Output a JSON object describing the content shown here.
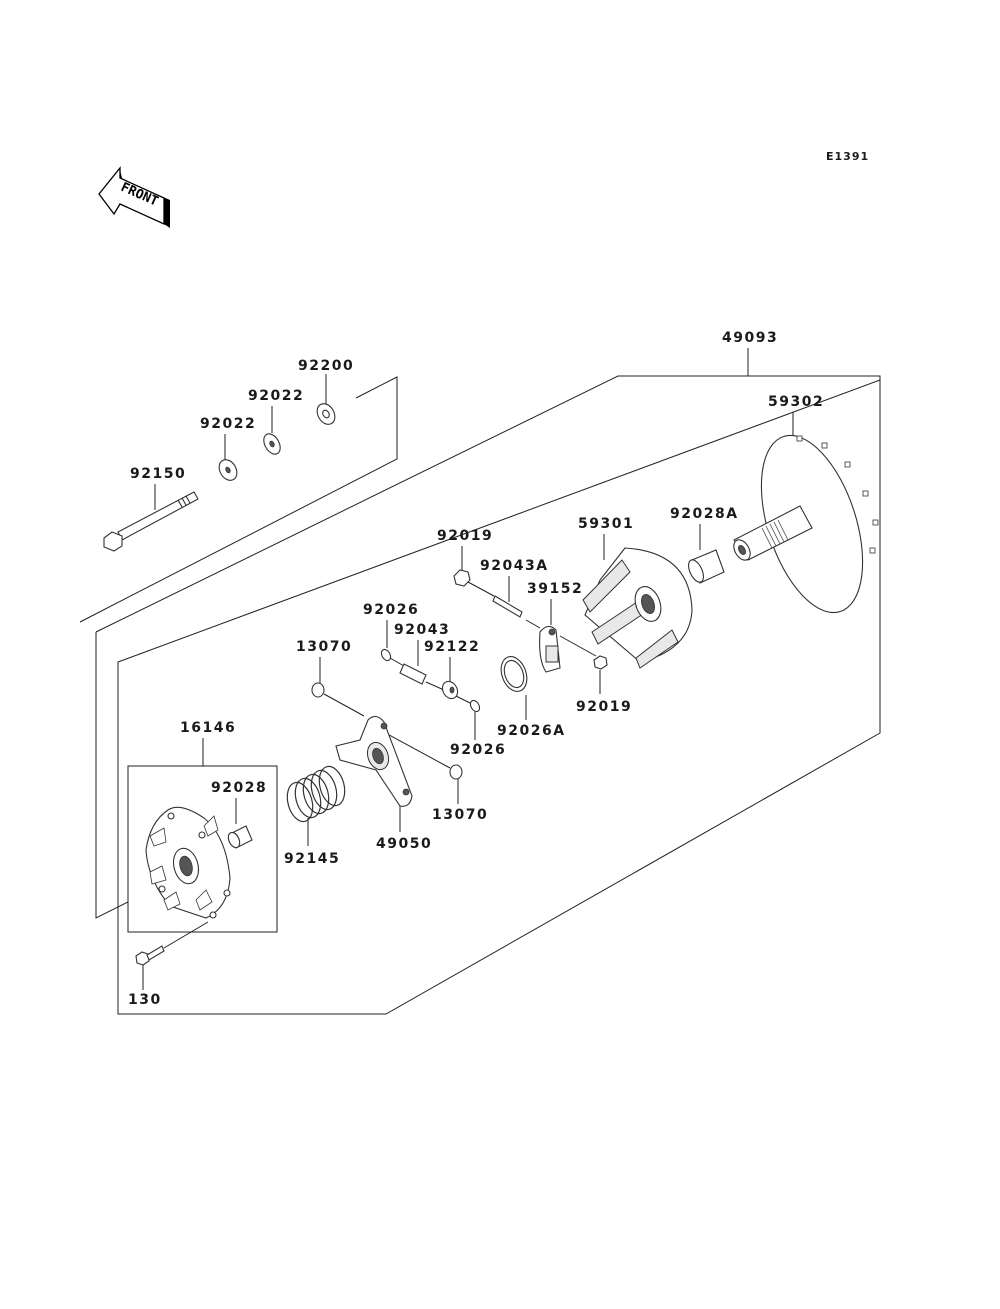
{
  "diagram": {
    "code": "E1391",
    "front_indicator": "FRONT",
    "assembly_label": "49093",
    "parts": [
      {
        "id": "p-92200",
        "label": "92200"
      },
      {
        "id": "p-92022-a",
        "label": "92022"
      },
      {
        "id": "p-92022-b",
        "label": "92022"
      },
      {
        "id": "p-92150",
        "label": "92150"
      },
      {
        "id": "p-49093",
        "label": "49093"
      },
      {
        "id": "p-59302",
        "label": "59302"
      },
      {
        "id": "p-92028A",
        "label": "92028A"
      },
      {
        "id": "p-59301",
        "label": "59301"
      },
      {
        "id": "p-92019-a",
        "label": "92019"
      },
      {
        "id": "p-92043A",
        "label": "92043A"
      },
      {
        "id": "p-39152",
        "label": "39152"
      },
      {
        "id": "p-92026-a",
        "label": "92026"
      },
      {
        "id": "p-92043",
        "label": "92043"
      },
      {
        "id": "p-92122",
        "label": "92122"
      },
      {
        "id": "p-13070-a",
        "label": "13070"
      },
      {
        "id": "p-92019-b",
        "label": "92019"
      },
      {
        "id": "p-92026A",
        "label": "92026A"
      },
      {
        "id": "p-92026-b",
        "label": "92026"
      },
      {
        "id": "p-16146",
        "label": "16146"
      },
      {
        "id": "p-92028",
        "label": "92028"
      },
      {
        "id": "p-13070-b",
        "label": "13070"
      },
      {
        "id": "p-92145",
        "label": "92145"
      },
      {
        "id": "p-49050",
        "label": "49050"
      },
      {
        "id": "p-130",
        "label": "130"
      }
    ]
  }
}
